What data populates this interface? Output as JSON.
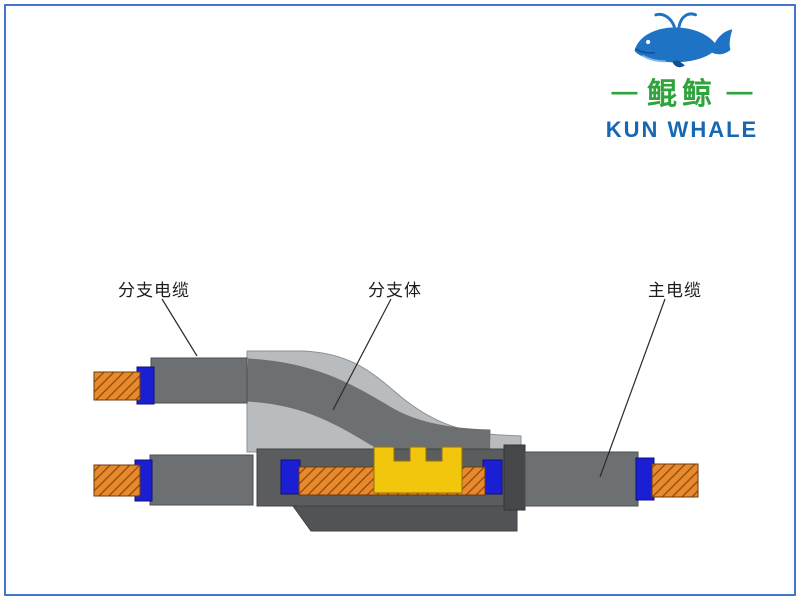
{
  "logo": {
    "dash_left": "—",
    "cn": "鲲鲸",
    "dash_right": "—",
    "en": "KUN WHALE"
  },
  "diagram": {
    "labels": {
      "branch_cable": "分支电缆",
      "branch_body": "分支体",
      "main_cable": "主电缆"
    }
  },
  "colors": {
    "frame_border": "#4377c9",
    "logo_green": "#2fa43c",
    "logo_blue": "#1768b3",
    "whale_blue": "#1e73c4",
    "copper_orange": "#e8892b",
    "copper_hatch": "#8d4a12",
    "insulation_blue": "#1a1fd4",
    "connector_yellow": "#f2c60d",
    "body_light_gray": "#b9bcbe",
    "sheath_gray": "#6d7073",
    "block_dark_gray": "#5a5c5e"
  }
}
